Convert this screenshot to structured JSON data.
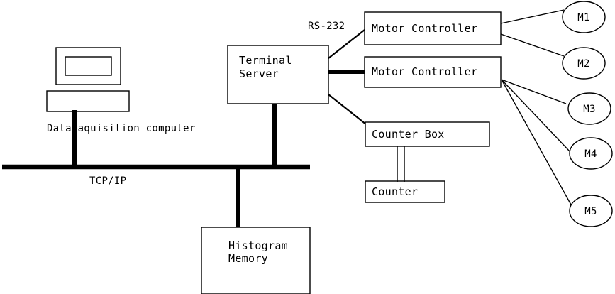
{
  "diagram": {
    "title": "Data acquisition system block diagram",
    "type": "block-diagram",
    "background_color": "#ffffff",
    "line_color": "#000000",
    "nodes": {
      "monitor": {
        "name": "monitor",
        "label": ""
      },
      "computer_base": {
        "name": "computer-base",
        "label": ""
      },
      "computer_caption": {
        "label": "Data aquisition computer"
      },
      "terminal_server": {
        "label_line1": "Terminal",
        "label_line2": "Server"
      },
      "motor_controller_1": {
        "label": "Motor Controller"
      },
      "motor_controller_2": {
        "label": "Motor Controller"
      },
      "counter_box": {
        "label": "Counter Box"
      },
      "counter": {
        "label": "Counter"
      },
      "histogram_memory": {
        "label_line1": "Histogram",
        "label_line2": "Memory"
      }
    },
    "motors": [
      {
        "label": "M1"
      },
      {
        "label": "M2"
      },
      {
        "label": "M3"
      },
      {
        "label": "M4"
      },
      {
        "label": "M5"
      }
    ],
    "link_labels": {
      "rs232": "RS-232",
      "tcpip": "TCP/IP"
    }
  }
}
